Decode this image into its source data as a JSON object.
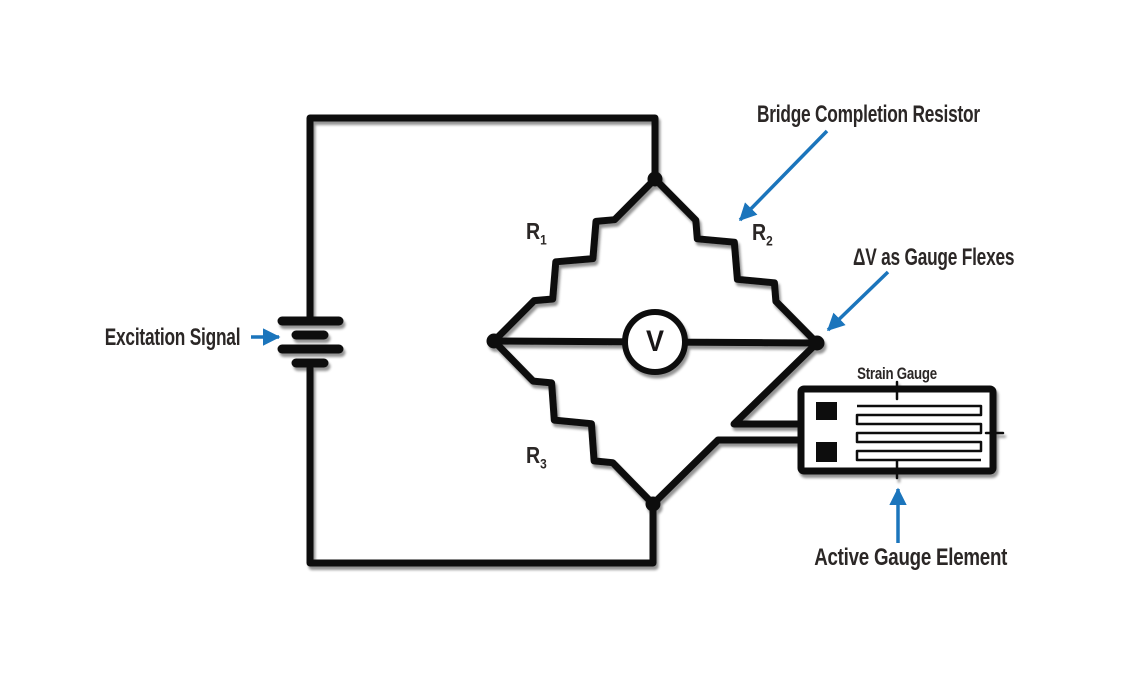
{
  "labels": {
    "excitation": "Excitation Signal",
    "bridge_completion": "Bridge Completion Resistor",
    "delta_v": "ΔV as Gauge Flexes",
    "strain_gauge": "Strain Gauge",
    "active_gauge": "Active Gauge Element"
  },
  "components": {
    "r1_base": "R",
    "r1_sub": "1",
    "r2_base": "R",
    "r2_sub": "2",
    "r3_base": "R",
    "r3_sub": "3",
    "voltmeter": "V"
  },
  "colors": {
    "wire": "#111111",
    "label_text": "#2b2726",
    "arrow_blue": "#1b75bc",
    "background": "#ffffff"
  }
}
